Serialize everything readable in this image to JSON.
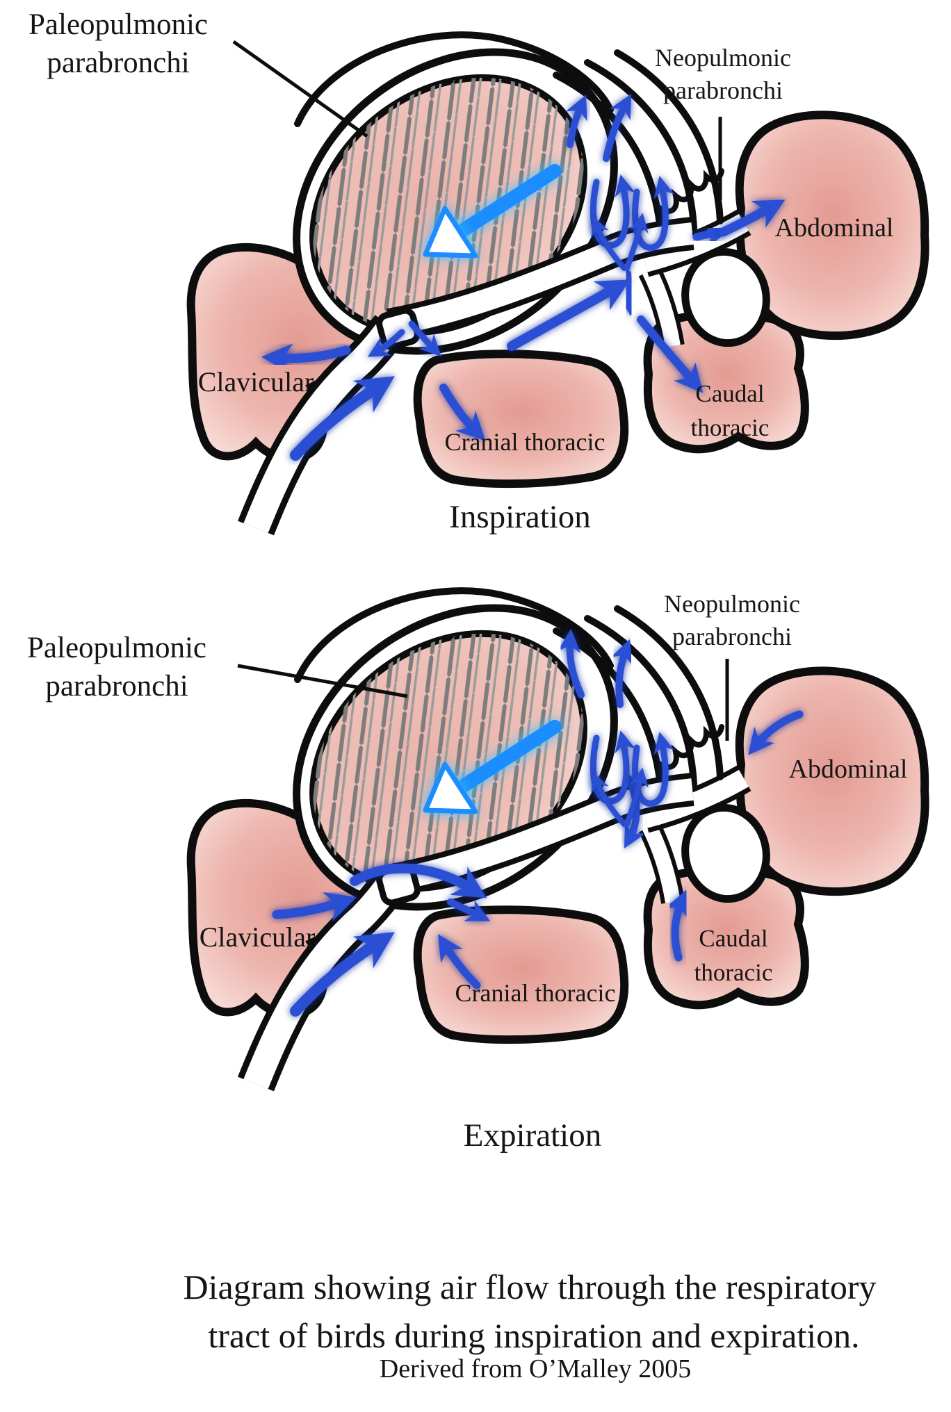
{
  "figure": {
    "colors": {
      "background": "#ffffff",
      "arrow_blue": "#2a4fd4",
      "arrow_glow": "#16309b",
      "big_arrow_blue": "#1f8dff",
      "big_arrow_glow": "#2fc0ff",
      "sac_pink": "#e39b93",
      "sac_pink_edge": "#f9e2dd",
      "lung_pink": "#eab3ab",
      "hatch_gray": "#7d7d7d",
      "outline_black": "#0d0d0d",
      "label_text": "#151515"
    },
    "panels": [
      {
        "id": "inspiration",
        "phase_label": "Inspiration",
        "labels": {
          "paleopulmonic_line1": "Paleopulmonic",
          "paleopulmonic_line2": "parabronchi",
          "neopulmonic_line1": "Neopulmonic",
          "neopulmonic_line2": "parabronchi",
          "clavicular": "Clavicular",
          "cranial_thoracic": "Cranial thoracic",
          "caudal_thoracic_line1": "Caudal",
          "caudal_thoracic_line2": "thoracic",
          "abdominal": "Abdominal"
        }
      },
      {
        "id": "expiration",
        "phase_label": "Expiration",
        "labels": {
          "paleopulmonic_line1": "Paleopulmonic",
          "paleopulmonic_line2": "parabronchi",
          "neopulmonic_line1": "Neopulmonic",
          "neopulmonic_line2": "parabronchi",
          "clavicular": "Clavicular",
          "cranial_thoracic": "Cranial thoracic",
          "caudal_thoracic_line1": "Caudal",
          "caudal_thoracic_line2": "thoracic",
          "abdominal": "Abdominal"
        }
      }
    ],
    "caption": {
      "line1": "Diagram showing air flow through the respiratory",
      "line2": "tract of birds during inspiration and expiration.",
      "attribution": "Derived from O’Malley 2005"
    }
  }
}
